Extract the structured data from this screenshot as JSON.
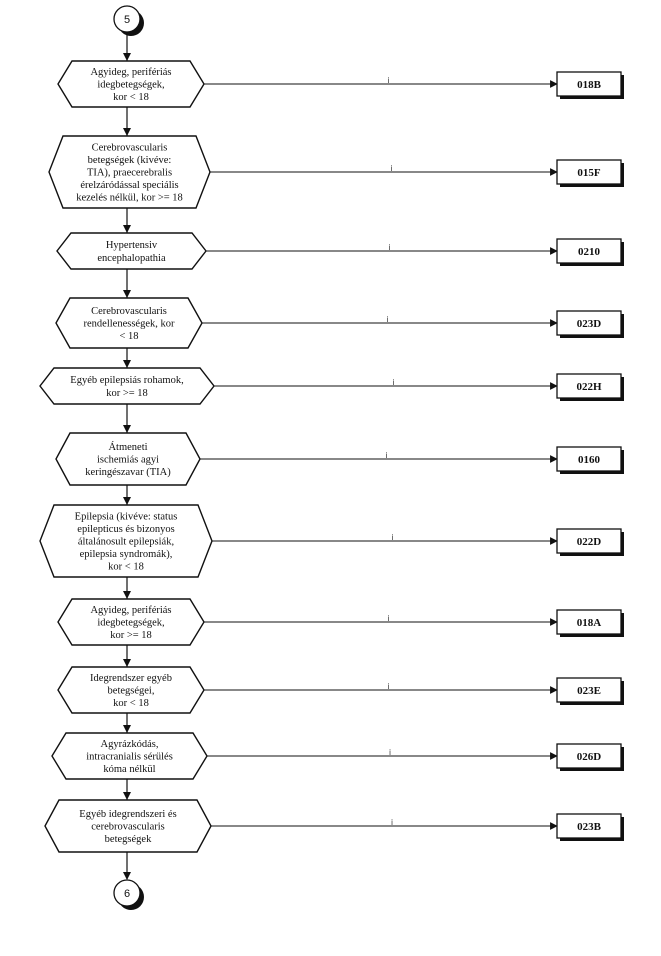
{
  "connector_top": "5",
  "connector_bottom": "6",
  "branch_label": "i",
  "colors": {
    "line": "#111111",
    "fill": "#ffffff",
    "text": "#111111"
  },
  "steps": [
    {
      "condition": [
        "Agyideg, perifériás",
        "idegbetegségek,",
        "kor < 18"
      ],
      "code": "018B"
    },
    {
      "condition": [
        "Cerebrovascularis",
        "betegségek (kivéve:",
        "TIA), praecerebralis",
        "érelzáródással speciális",
        "kezelés nélkül, kor >= 18"
      ],
      "code": "015F"
    },
    {
      "condition": [
        "Hypertensiv",
        "encephalopathia"
      ],
      "code": "0210"
    },
    {
      "condition": [
        "Cerebrovascularis",
        "rendellenességek, kor",
        "< 18"
      ],
      "code": "023D"
    },
    {
      "condition": [
        "Egyéb epilepsiás rohamok,",
        "kor >= 18"
      ],
      "code": "022H"
    },
    {
      "condition": [
        "Átmeneti",
        "ischemiás agyi",
        "keringészavar (TIA)"
      ],
      "code": "0160"
    },
    {
      "condition": [
        "Epilepsia (kivéve: status",
        "epilepticus és bizonyos",
        "általánosult epilepsiák,",
        "epilepsia syndromák),",
        "kor < 18"
      ],
      "code": "022D"
    },
    {
      "condition": [
        "Agyideg, perifériás",
        "idegbetegségek,",
        "kor >= 18"
      ],
      "code": "018A"
    },
    {
      "condition": [
        "Idegrendszer egyéb",
        "betegségei,",
        "kor < 18"
      ],
      "code": "023E"
    },
    {
      "condition": [
        "Agyrázkódás,",
        "intracranialis sérülés",
        "kóma nélkül"
      ],
      "code": "026D"
    },
    {
      "condition": [
        "Egyéb idegrendszeri és",
        "cerebrovascularis",
        "betegségek"
      ],
      "code": "023B"
    }
  ]
}
